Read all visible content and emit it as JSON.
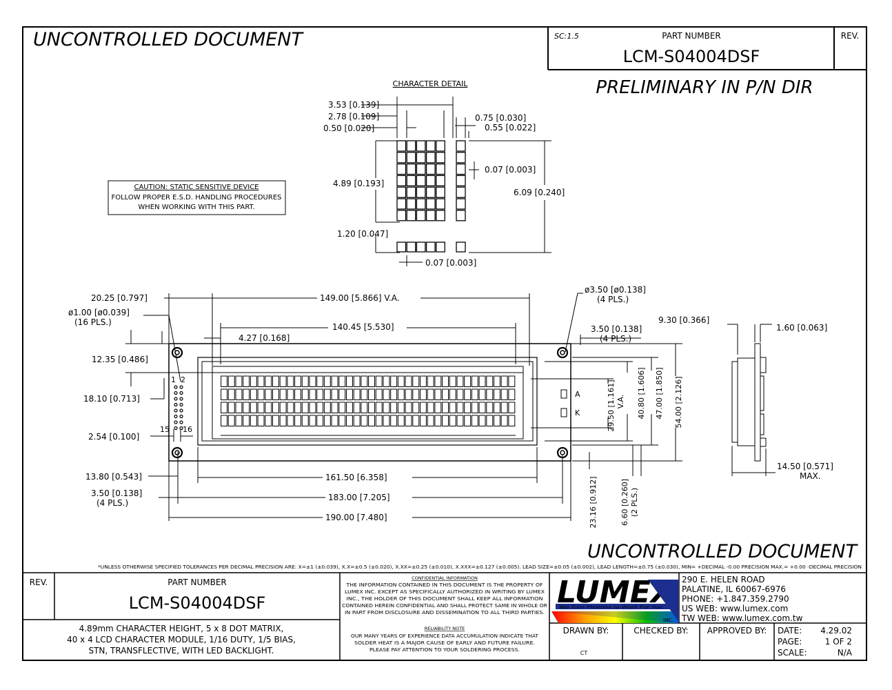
{
  "header": {
    "watermark": "UNCONTROLLED DOCUMENT",
    "scale": "SC:1.5",
    "part_number_label": "PART NUMBER",
    "part_number": "LCM-S04004DSF",
    "rev_label": "REV.",
    "preliminary": "PRELIMINARY IN P/N DIR"
  },
  "caution": {
    "line1": "CAUTION: STATIC SENSITIVE DEVICE",
    "line2": "FOLLOW PROPER E.S.D. HANDLING PROCEDURES",
    "line3": "WHEN WORKING WITH THIS PART."
  },
  "character_detail": {
    "title": "CHARACTER DETAIL",
    "d1": "3.53 [0.139]",
    "d2": "2.78 [0.109]",
    "d3": "0.50 [0.020]",
    "d4": "0.75 [0.030]",
    "d5": "0.55 [0.022]",
    "d6": "0.07 [0.003]",
    "d7": "4.89 [0.193]",
    "d8": "6.09 [0.240]",
    "d9": "1.20 [0.047]",
    "d10": "0.07 [0.003]"
  },
  "front_view": {
    "d_2025": "20.25 [0.797]",
    "d_va": "149.00 [5.866] V.A.",
    "d_hole1": "ø1.00 [ø0.039]",
    "d_hole1_qty": "(16 PLS.)",
    "d_14045": "140.45 [5.530]",
    "d_427": "4.27 [0.168]",
    "d_1235": "12.35 [0.486]",
    "d_1810": "18.10 [0.713]",
    "d_254": "2.54 [0.100]",
    "pin_1": "1",
    "pin_2": "2",
    "pin_15": "15",
    "pin_16": "16",
    "d_hole2": "ø3.50 [ø0.138]",
    "d_hole2_qty": "(4 PLS.)",
    "d_350r": "3.50 [0.138]",
    "d_350r_qty": "(4 PLS.)",
    "led_a": "A",
    "led_k": "K",
    "d_2950": "29.50 [1.161]",
    "d_2950b": "V.A.",
    "d_4080": "40.80 [1.606]",
    "d_4700": "47.00 [1.850]",
    "d_5400": "54.00 [2.126]",
    "d_1380": "13.80 [0.543]",
    "d_350l": "3.50 [0.138]",
    "d_350l_qty": "(4 PLS.)",
    "d_16150": "161.50 [6.358]",
    "d_18300": "183.00 [7.205]",
    "d_19000": "190.00 [7.480]",
    "d_2316": "23.16 [0.912]",
    "d_660": "6.60 [0.260]",
    "d_660_qty": "(2 PLS.)"
  },
  "side_view": {
    "d_930": "9.30 [0.366]",
    "d_160": "1.60 [0.063]",
    "d_1450": "14.50 [0.571]",
    "d_1450_max": "MAX."
  },
  "tolerance_note": "*UNLESS OTHERWISE SPECIFIED TOLERANCES PER DECIMAL PRECISION ARE: X=±1 (±0.039), X.X=±0.5 (±0.020), X.XX=±0.25 (±0.010), X.XXX=±0.127 (±0.005).  LEAD SIZE=±0.05 (±0.002), LEAD LENGTH=±0.75 (±0.030), MIN= +DECIMAL -0.00   PRECISION   MAX.= +0.00 -DECIMAL PRECISION",
  "title_block": {
    "rev_label": "REV.",
    "part_number_label": "PART NUMBER",
    "part_number": "LCM-S04004DSF",
    "desc1": "4.89mm CHARACTER HEIGHT, 5 x 8 DOT MATRIX,",
    "desc2": "40 x 4 LCD CHARACTER MODULE, 1/16 DUTY, 1/5 BIAS,",
    "desc3": "STN, TRANSFLECTIVE, WITH LED BACKLIGHT.",
    "conf_title": "CONFIDENTIAL INFORMATION",
    "conf1": "THE INFORMATION CONTAINED IN THIS DOCUMENT IS THE PROPERTY OF",
    "conf2": "LUMEX INC.  EXCEPT AS SPECIFICALLY AUTHORIZED IN WRITING BY LUMEX",
    "conf3": "INC., THE HOLDER OF THIS DOCUMENT SHALL KEEP ALL INFORMATION",
    "conf4": "CONTAINED HEREIN CONFIDENTIAL AND SHALL PROTECT SAME IN WHOLE OR",
    "conf5": "IN PART FROM DISCLOSURE AND DISSEMINATION TO ALL THIRD PARTIES.",
    "rel_title": "RELIABILITY NOTE",
    "rel1": "OUR MANY YEARS OF EXPERIENCE DATA ACCUMULATION INDICATE THAT",
    "rel2": "SOLDER HEAT IS A MAJOR CAUSE OF EARLY AND FUTURE FAILURE.",
    "rel3": "PLEASE PAY ATTENTION TO YOUR SOLDERING PROCESS.",
    "logo_text": "LUMEX",
    "logo_tagline": "We Turn Photons to Work For You",
    "logo_inc": "INC.",
    "addr1": "290 E. HELEN ROAD",
    "addr2": "PALATINE, IL  60067-6976",
    "addr3": "PHONE: +1.847.359.2790",
    "addr4": "US WEB: www.lumex.com",
    "addr5": "TW WEB: www.lumex.com.tw",
    "drawn_label": "DRAWN BY:",
    "drawn_value": "CT",
    "checked_label": "CHECKED BY:",
    "approved_label": "APPROVED BY:",
    "date_label": "DATE:",
    "date_value": "4.29.02",
    "page_label": "PAGE:",
    "page_value": "1 OF 2",
    "scale_label": "SCALE:",
    "scale_value": "N/A"
  },
  "colors": {
    "logo_blue": "#1c2f8f",
    "rainbow": [
      "#ff0000",
      "#ff7f00",
      "#ffff00",
      "#00b000",
      "#0066ff"
    ]
  }
}
